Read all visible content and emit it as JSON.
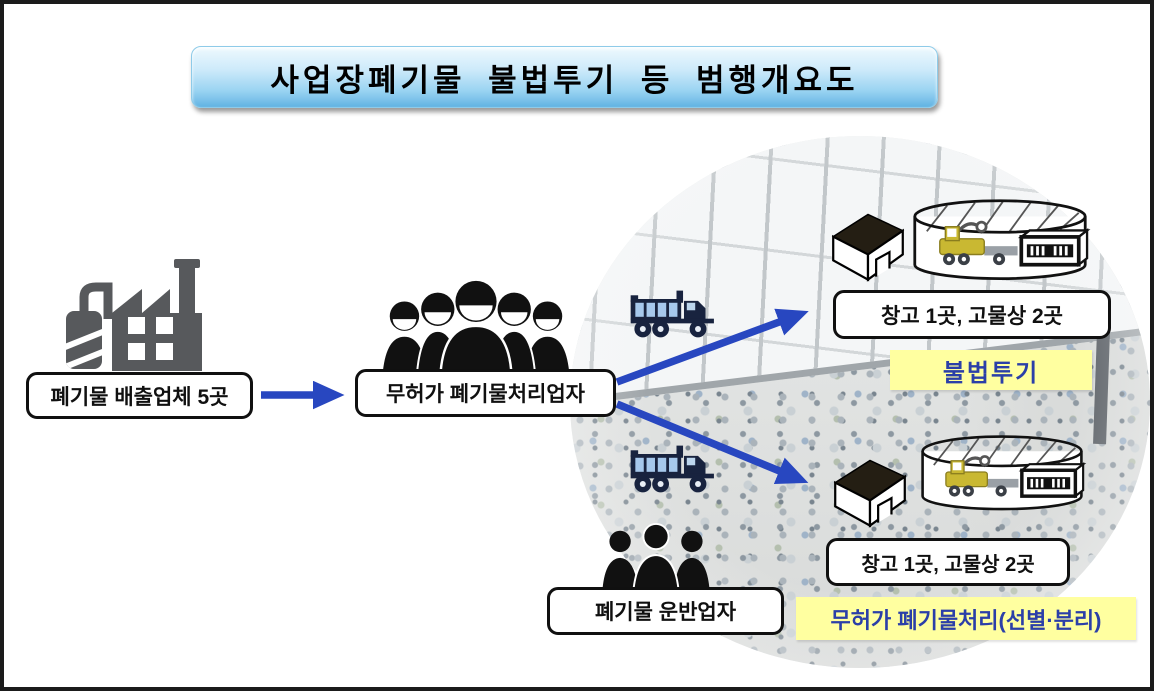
{
  "title": "사업장폐기물 불법투기 등 범행개요도",
  "nodes": {
    "source": {
      "label": "폐기물 배출업체 5곳",
      "icon": "factory-icon"
    },
    "handler": {
      "label": "무허가 폐기물처리업자",
      "icon": "people-group-5-icon"
    },
    "transporter": {
      "label": "폐기물 운반업자",
      "icon": "people-group-3-icon"
    },
    "dest_top": {
      "label": "창고 1곳, 고물상 2곳",
      "tag": "불법투기",
      "icons": [
        "warehouse-icon",
        "storage-cylinder-icon",
        "dump-truck-icon"
      ]
    },
    "dest_bottom": {
      "label": "창고 1곳, 고물상 2곳",
      "tag": "무허가 폐기물처리(선별·분리)",
      "icons": [
        "warehouse-icon",
        "storage-cylinder-icon",
        "dump-truck-icon"
      ]
    }
  },
  "flows": [
    {
      "from": "폐기물 배출업체 5곳",
      "to": "무허가 폐기물처리업자"
    },
    {
      "from": "무허가 폐기물처리업자",
      "to": "창고 1곳, 고물상 2곳 (불법투기)"
    },
    {
      "from": "무허가 폐기물처리업자",
      "to": "창고 1곳, 고물상 2곳 (무허가 폐기물처리(선별·분리))"
    }
  ],
  "colors": {
    "arrow_blue": "#2847c0",
    "highlight_bg": "#ffffa0",
    "highlight_text": "#2b3fa8",
    "title_gradient_top": "#eef9fe",
    "title_gradient_bottom": "#5fb2e2",
    "icon_gray": "#57595c",
    "icon_black": "#111111",
    "truck_dark": "#18233f",
    "truck_panel": "#a6c8ec",
    "machine_yellow": "#c9b832"
  }
}
